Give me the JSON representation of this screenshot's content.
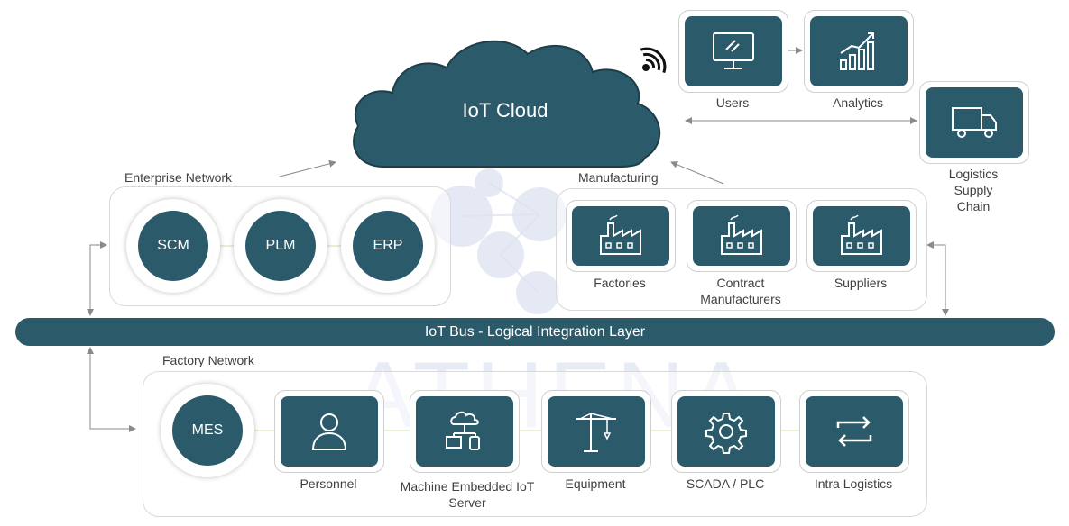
{
  "cloud": {
    "title": "IoT Cloud"
  },
  "top_right": {
    "users_label": "Users",
    "analytics_label": "Analytics",
    "logistics_label_1": "Logistics",
    "logistics_label_2": "Supply",
    "logistics_label_3": "Chain"
  },
  "enterprise": {
    "title": "Enterprise Network",
    "nodes": [
      "SCM",
      "PLM",
      "ERP"
    ]
  },
  "manufacturing": {
    "title": "Manufacturing",
    "factories_label": "Factories",
    "contract_label_1": "Contract",
    "contract_label_2": "Manufacturers",
    "suppliers_label": "Suppliers"
  },
  "bus": {
    "label": "IoT Bus - Logical Integration Layer"
  },
  "factory": {
    "title": "Factory Network",
    "mes_label": "MES",
    "personnel_label": "Personnel",
    "machine_label_1": "Machine Embedded IoT",
    "machine_label_2": "Server",
    "equipment_label": "Equipment",
    "scada_label": "SCADA / PLC",
    "intra_label": "Intra Logistics"
  },
  "watermark": "ATHENA",
  "colors": {
    "primary": "#2b5a6b",
    "border": "#d9d9d9",
    "accent_line": "#b9d47a"
  },
  "icons": [
    "wifi-icon",
    "monitor-icon",
    "chart-growth-icon",
    "truck-icon",
    "factory-icon",
    "person-icon",
    "cloud-network-icon",
    "crane-icon",
    "gear-icon",
    "swap-arrows-icon"
  ]
}
